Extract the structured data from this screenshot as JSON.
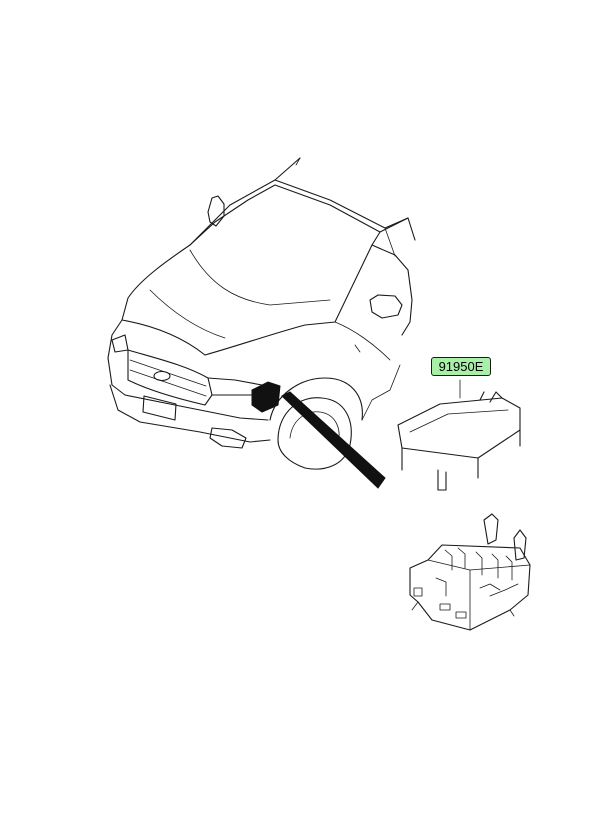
{
  "callout": {
    "part_number": "91950E",
    "highlight_color": "#a8f0a8"
  },
  "icons": {
    "vehicle": "suv-front-view-drawing",
    "cover": "fuse-box-cover-drawing",
    "fuse_box": "engine-room-fuse-box-drawing"
  }
}
